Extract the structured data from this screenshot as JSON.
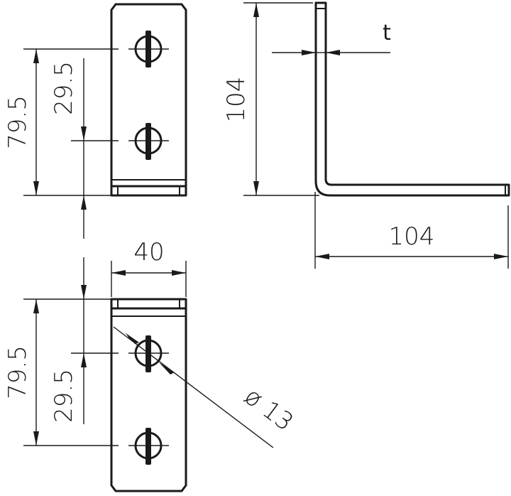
{
  "drawing": {
    "type": "technical-drawing",
    "subject": "angle bracket",
    "line_color": "#1a1a1a",
    "background": "#ffffff"
  },
  "views": {
    "top_view": {
      "dims": {
        "outer_hole_distance": "79.5",
        "inner_hole_distance": "29.5"
      }
    },
    "side_view": {
      "dims": {
        "height": "104",
        "length": "104",
        "thickness": "t"
      }
    },
    "bottom_view": {
      "dims": {
        "width": "40",
        "outer_hole_distance": "79.5",
        "inner_hole_distance": "29.5",
        "hole_diameter": "ø 13"
      }
    }
  }
}
